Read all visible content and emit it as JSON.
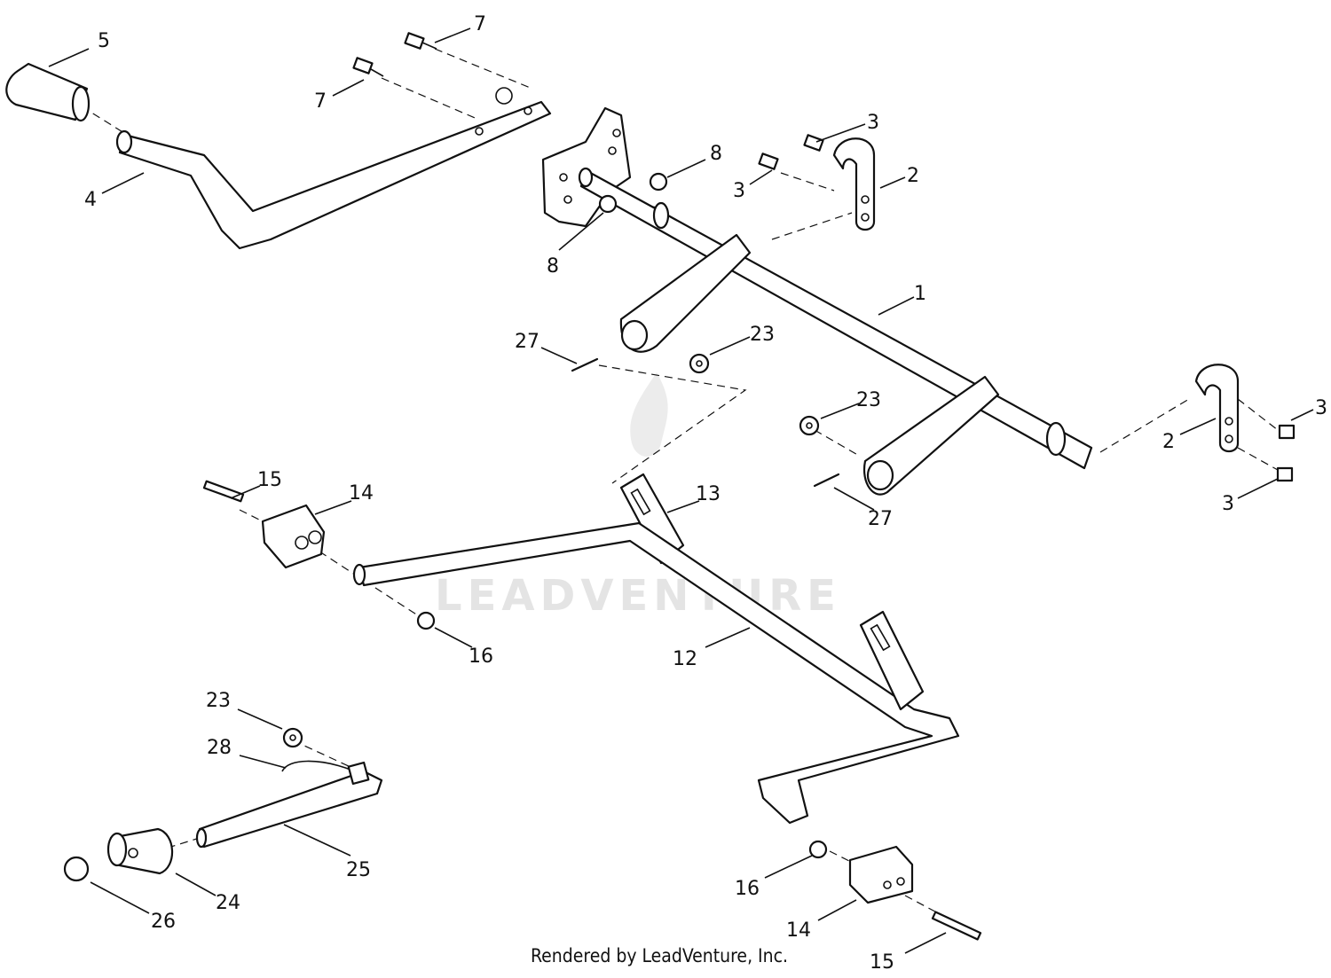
{
  "watermark": {
    "text": "LEADVENTURE"
  },
  "credit": "Rendered by LeadVenture, Inc.",
  "callouts": [
    "5",
    "7",
    "7",
    "4",
    "8",
    "8",
    "3",
    "3",
    "2",
    "1",
    "27",
    "23",
    "23",
    "3",
    "2",
    "3",
    "27",
    "15",
    "14",
    "13",
    "16",
    "12",
    "23",
    "28",
    "25",
    "24",
    "26",
    "16",
    "14",
    "15"
  ]
}
